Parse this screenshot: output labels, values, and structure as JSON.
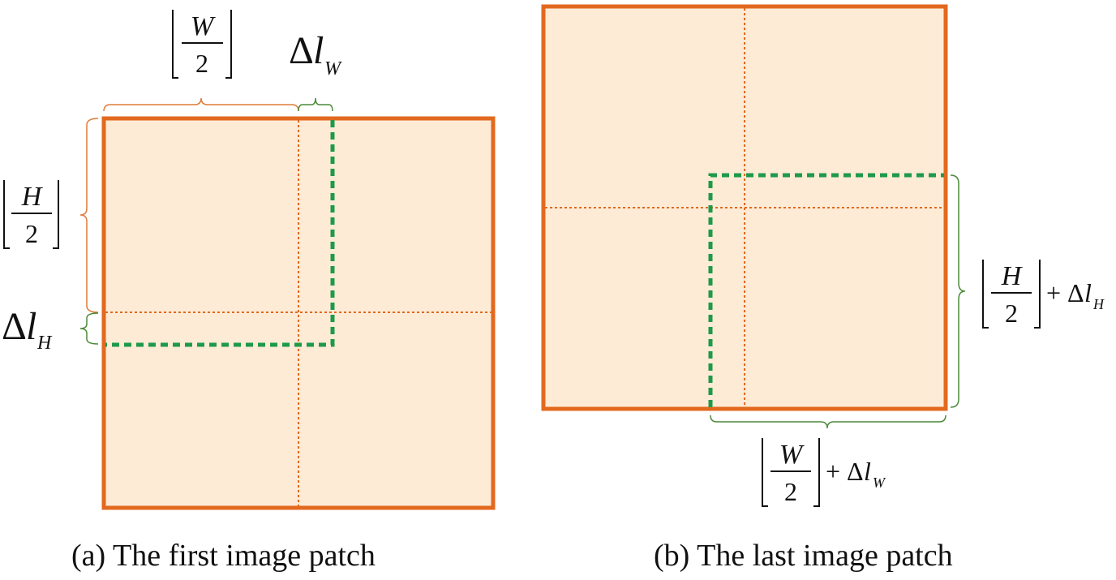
{
  "colors": {
    "border": "#e2691e",
    "fill": "#fdebd6",
    "green": "#1e9a4a",
    "brace_orange": "#e07b39",
    "brace_green": "#4c8a3a"
  },
  "panel_a": {
    "caption": "(a)  The first image patch",
    "top_label": {
      "symbol": "W",
      "denominator": "2"
    },
    "delta_w": {
      "delta": "Δ",
      "l": "l",
      "sub": "W"
    },
    "left_label": {
      "symbol": "H",
      "denominator": "2"
    },
    "delta_h": {
      "delta": "Δ",
      "l": "l",
      "sub": "H"
    }
  },
  "panel_b": {
    "caption": "(b)  The last image patch",
    "right_label": {
      "symbol": "H",
      "denominator": "2",
      "plus": "+",
      "delta": "Δ",
      "l": "l",
      "sub": "H"
    },
    "bottom_label": {
      "symbol": "W",
      "denominator": "2",
      "plus": "+",
      "delta": "Δ",
      "l": "l",
      "sub": "W"
    }
  }
}
